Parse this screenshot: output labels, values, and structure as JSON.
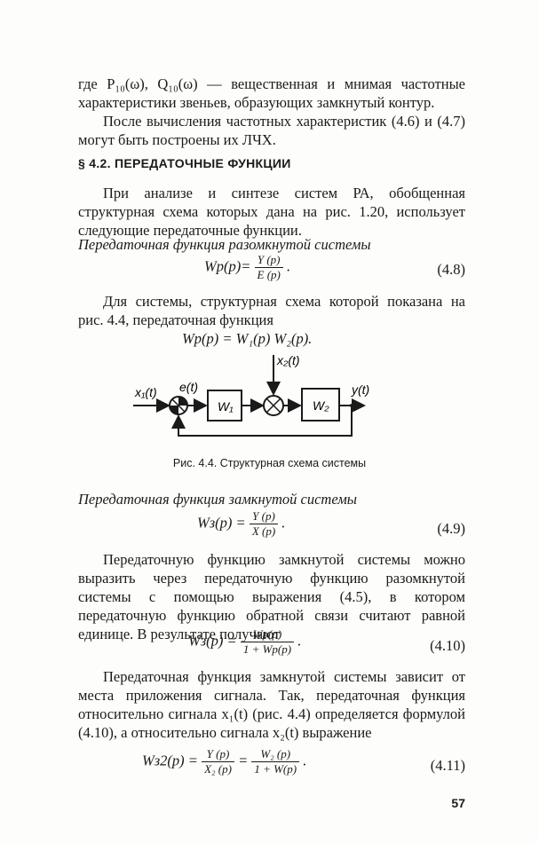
{
  "para1": "где P₁₀(ω), Q₁₀(ω) — вещественная и мнимая частотные характеристики звеньев, образующих замкнутый контур.",
  "para2": "После вычисления частотных характеристик (4.6) и (4.7) могут быть построены их ЛЧХ.",
  "section_heading": "§ 4.2. ПЕРЕДАТОЧНЫЕ ФУНКЦИИ",
  "para3": "При анализе и синтезе систем РА, обобщенная структурная схема которых дана на рис. 1.20, использует следующие передаточные функции.",
  "open_loop_title": "Передаточная функция разомкнутой системы",
  "eq48": {
    "lhs": "Wр(p)=",
    "num": "Y (p)",
    "den": "E (p)",
    "tail": ".",
    "number": "(4.8)"
  },
  "para4": "Для системы, структурная схема которой показана на рис. 4.4, передаточная функция",
  "eq_product": "Wр(p) = W₁(p) W₂(p).",
  "diagram": {
    "input_label": "x₁(t)",
    "error_label": "e(t)",
    "block1": "W₁",
    "disturbance_label": "x₂(t)",
    "block2": "W₂",
    "output_label": "y(t)"
  },
  "figure_caption": "Рис. 4.4. Структурная схема системы",
  "closed_loop_title": "Передаточная функция замкнутой системы",
  "eq49": {
    "lhs": "Wз(p) =",
    "num": "Y (p)",
    "den": "X (p)",
    "tail": ".",
    "number": "(4.9)"
  },
  "para5": "Передаточную функцию замкнутой системы можно выразить через передаточную функцию разомкнутой системы с помощью выражения (4.5), в котором передаточную функцию обратной связи считают равной единице. В результате получают",
  "eq410": {
    "lhs": "Wз(p) =",
    "num": "Wр(p)",
    "den": "1 + Wр(p)",
    "tail": ".",
    "number": "(4.10)"
  },
  "para6": "Передаточная функция замкнутой системы зависит от места приложения сигнала. Так, передаточная функция относительно сигнала x₁(t) (рис. 4.4) определяется формулой (4.10), а относительно сигнала x₂(t) выражение",
  "eq411": {
    "lhs": "Wз2(p) =",
    "num1": "Y (p)",
    "den1": "X₂ (p)",
    "mid": "=",
    "num2": "W₂ (p)",
    "den2": "1 + W(p)",
    "tail": ".",
    "number": "(4.11)"
  },
  "page_number": "57"
}
